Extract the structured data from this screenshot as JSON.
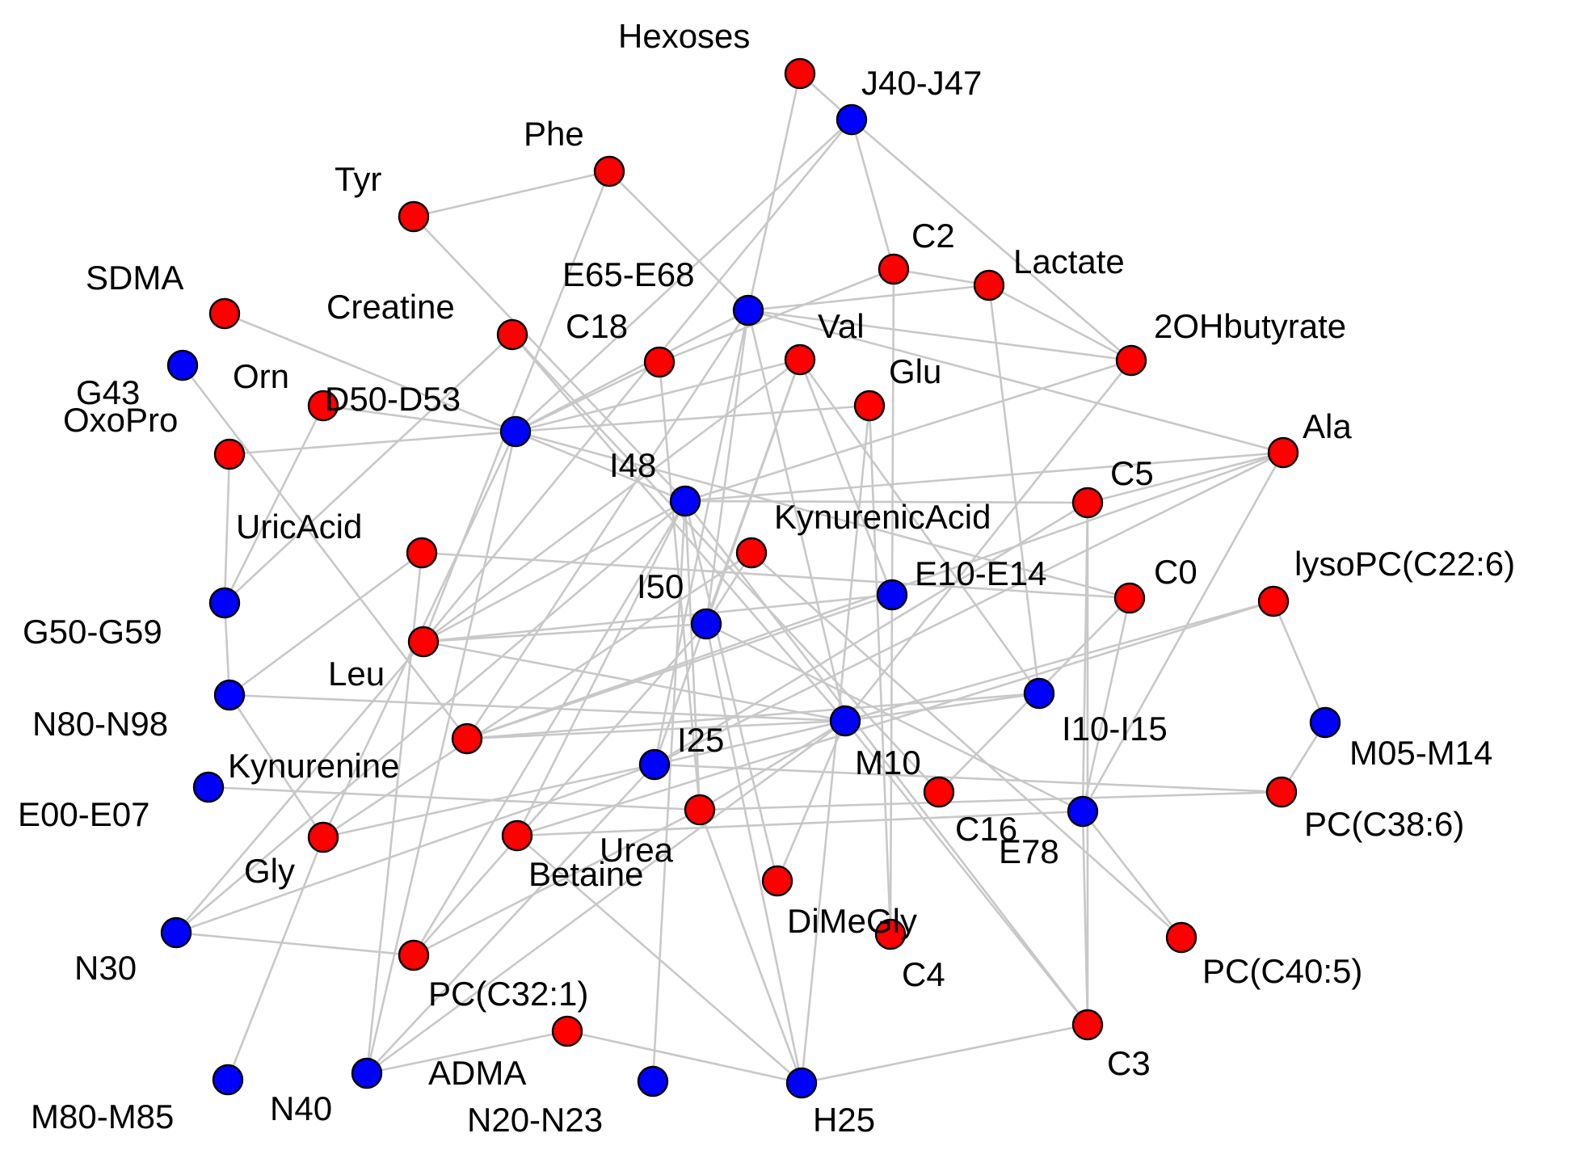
{
  "colors": {
    "metabolite": "#ff0000",
    "disease": "#0000ff",
    "edge": "#c8c8c8",
    "outline": "#000000"
  },
  "nodes": [
    {
      "id": "Hexoses",
      "label": "Hexoses",
      "type": "metabolite"
    },
    {
      "id": "J40-J47",
      "label": "J40-J47",
      "type": "disease"
    },
    {
      "id": "Phe",
      "label": "Phe",
      "type": "metabolite"
    },
    {
      "id": "Tyr",
      "label": "Tyr",
      "type": "metabolite"
    },
    {
      "id": "C2",
      "label": "C2",
      "type": "metabolite"
    },
    {
      "id": "Lactate",
      "label": "Lactate",
      "type": "metabolite"
    },
    {
      "id": "E65-E68",
      "label": "E65-E68",
      "type": "disease"
    },
    {
      "id": "SDMA",
      "label": "SDMA",
      "type": "metabolite"
    },
    {
      "id": "Creatine",
      "label": "Creatine",
      "type": "metabolite"
    },
    {
      "id": "C18",
      "label": "C18",
      "type": "metabolite"
    },
    {
      "id": "Val",
      "label": "Val",
      "type": "metabolite"
    },
    {
      "id": "2OHbutyrate",
      "label": "2OHbutyrate",
      "type": "metabolite"
    },
    {
      "id": "G43",
      "label": "G43",
      "type": "disease"
    },
    {
      "id": "Orn",
      "label": "Orn",
      "type": "metabolite"
    },
    {
      "id": "Glu",
      "label": "Glu",
      "type": "metabolite"
    },
    {
      "id": "D50-D53",
      "label": "D50-D53",
      "type": "disease"
    },
    {
      "id": "OxoPro",
      "label": "OxoPro",
      "type": "metabolite"
    },
    {
      "id": "Ala",
      "label": "Ala",
      "type": "metabolite"
    },
    {
      "id": "I48",
      "label": "I48",
      "type": "disease"
    },
    {
      "id": "C5",
      "label": "C5",
      "type": "metabolite"
    },
    {
      "id": "UricAcid",
      "label": "UricAcid",
      "type": "metabolite"
    },
    {
      "id": "KynurenicAcid",
      "label": "KynurenicAcid",
      "type": "metabolite"
    },
    {
      "id": "lysoPC(C22:6)",
      "label": "lysoPC(C22:6)",
      "type": "metabolite"
    },
    {
      "id": "C0",
      "label": "C0",
      "type": "metabolite"
    },
    {
      "id": "E10-E14",
      "label": "E10-E14",
      "type": "disease"
    },
    {
      "id": "I50",
      "label": "I50",
      "type": "disease"
    },
    {
      "id": "G50-G59",
      "label": "G50-G59",
      "type": "disease"
    },
    {
      "id": "Leu",
      "label": "Leu",
      "type": "metabolite"
    },
    {
      "id": "N80-N98",
      "label": "N80-N98",
      "type": "disease"
    },
    {
      "id": "I10-I15",
      "label": "I10-I15",
      "type": "disease"
    },
    {
      "id": "M05-M14",
      "label": "M05-M14",
      "type": "disease"
    },
    {
      "id": "M10",
      "label": "M10",
      "type": "disease"
    },
    {
      "id": "I25",
      "label": "I25",
      "type": "disease"
    },
    {
      "id": "Kynurenine",
      "label": "Kynurenine",
      "type": "metabolite"
    },
    {
      "id": "E00-E07",
      "label": "E00-E07",
      "type": "disease"
    },
    {
      "id": "C16",
      "label": "C16",
      "type": "metabolite"
    },
    {
      "id": "PC(C38:6)",
      "label": "PC(C38:6)",
      "type": "metabolite"
    },
    {
      "id": "E78",
      "label": "E78",
      "type": "disease"
    },
    {
      "id": "Urea",
      "label": "Urea",
      "type": "metabolite"
    },
    {
      "id": "Gly",
      "label": "Gly",
      "type": "metabolite"
    },
    {
      "id": "Betaine",
      "label": "Betaine",
      "type": "metabolite"
    },
    {
      "id": "DiMeGly",
      "label": "DiMeGly",
      "type": "metabolite"
    },
    {
      "id": "C4",
      "label": "C4",
      "type": "metabolite"
    },
    {
      "id": "PC(C40:5)",
      "label": "PC(C40:5)",
      "type": "metabolite"
    },
    {
      "id": "N30",
      "label": "N30",
      "type": "disease"
    },
    {
      "id": "PC(C32:1)",
      "label": "PC(C32:1)",
      "type": "metabolite"
    },
    {
      "id": "C3",
      "label": "C3",
      "type": "metabolite"
    },
    {
      "id": "ADMA",
      "label": "ADMA",
      "type": "metabolite"
    },
    {
      "id": "M80-M85",
      "label": "M80-M85",
      "type": "disease"
    },
    {
      "id": "N40",
      "label": "N40",
      "type": "disease"
    },
    {
      "id": "N20-N23",
      "label": "N20-N23",
      "type": "disease"
    },
    {
      "id": "H25",
      "label": "H25",
      "type": "disease"
    }
  ],
  "edges": [
    [
      "Hexoses",
      "J40-J47"
    ],
    [
      "Hexoses",
      "E65-E68"
    ],
    [
      "J40-J47",
      "C2"
    ],
    [
      "J40-J47",
      "2OHbutyrate"
    ],
    [
      "J40-J47",
      "Leu"
    ],
    [
      "J40-J47",
      "D50-D53"
    ],
    [
      "Phe",
      "E65-E68"
    ],
    [
      "Phe",
      "Tyr"
    ],
    [
      "Phe",
      "Leu"
    ],
    [
      "Tyr",
      "I48"
    ],
    [
      "C2",
      "Lactate"
    ],
    [
      "C2",
      "C18"
    ],
    [
      "C2",
      "E10-E14"
    ],
    [
      "Lactate",
      "2OHbutyrate"
    ],
    [
      "Lactate",
      "E65-E68"
    ],
    [
      "Lactate",
      "I10-I15"
    ],
    [
      "E65-E68",
      "2OHbutyrate"
    ],
    [
      "E65-E68",
      "Ala"
    ],
    [
      "E65-E68",
      "D50-D53"
    ],
    [
      "E65-E68",
      "Kynurenine"
    ],
    [
      "E65-E68",
      "I25"
    ],
    [
      "E65-E68",
      "M10"
    ],
    [
      "E65-E68",
      "I50"
    ],
    [
      "SDMA",
      "I48"
    ],
    [
      "Creatine",
      "M10"
    ],
    [
      "Creatine",
      "G50-G59"
    ],
    [
      "Creatine",
      "C16"
    ],
    [
      "C18",
      "D50-D53"
    ],
    [
      "C18",
      "Urea"
    ],
    [
      "Val",
      "D50-D53"
    ],
    [
      "Val",
      "E10-E14"
    ],
    [
      "Val",
      "I10-I15"
    ],
    [
      "Val",
      "Leu"
    ],
    [
      "Val",
      "I25"
    ],
    [
      "Val",
      "I50"
    ],
    [
      "2OHbutyrate",
      "M10"
    ],
    [
      "2OHbutyrate",
      "I48"
    ],
    [
      "G43",
      "Kynurenine"
    ],
    [
      "Orn",
      "G50-G59"
    ],
    [
      "Orn",
      "D50-D53"
    ],
    [
      "Glu",
      "D50-D53"
    ],
    [
      "Glu",
      "C4"
    ],
    [
      "Glu",
      "H25"
    ],
    [
      "D50-D53",
      "N40"
    ],
    [
      "D50-D53",
      "OxoPro"
    ],
    [
      "D50-D53",
      "Gly"
    ],
    [
      "D50-D53",
      "C0"
    ],
    [
      "OxoPro",
      "G50-G59"
    ],
    [
      "Ala",
      "I48"
    ],
    [
      "Ala",
      "C5"
    ],
    [
      "Ala",
      "Kynurenine"
    ],
    [
      "Ala",
      "E78"
    ],
    [
      "Ala",
      "I25"
    ],
    [
      "I48",
      "Leu"
    ],
    [
      "I48",
      "C5"
    ],
    [
      "I48",
      "N30"
    ],
    [
      "I48",
      "Urea"
    ],
    [
      "I48",
      "PC(C32:1)"
    ],
    [
      "I48",
      "C3"
    ],
    [
      "I48",
      "N20-N23"
    ],
    [
      "I48",
      "DiMeGly"
    ],
    [
      "I48",
      "Betaine"
    ],
    [
      "C5",
      "I25"
    ],
    [
      "C5",
      "E78"
    ],
    [
      "C5",
      "C3"
    ],
    [
      "UricAcid",
      "N80-N98"
    ],
    [
      "UricAcid",
      "C0"
    ],
    [
      "UricAcid",
      "N40"
    ],
    [
      "KynurenicAcid",
      "Gly"
    ],
    [
      "KynurenicAcid",
      "I50"
    ],
    [
      "KynurenicAcid",
      "PC(C40:5)"
    ],
    [
      "lysoPC(C22:6)",
      "M05-M14"
    ],
    [
      "lysoPC(C22:6)",
      "M10"
    ],
    [
      "lysoPC(C22:6)",
      "Betaine"
    ],
    [
      "C0",
      "E78"
    ],
    [
      "C0",
      "C16"
    ],
    [
      "E10-E14",
      "Kynurenine"
    ],
    [
      "E10-E14",
      "C4"
    ],
    [
      "E10-E14",
      "Leu"
    ],
    [
      "I50",
      "Leu"
    ],
    [
      "I50",
      "H25"
    ],
    [
      "I50",
      "E78"
    ],
    [
      "I50",
      "PC(C32:1)"
    ],
    [
      "G50-G59",
      "N80-N98"
    ],
    [
      "Leu",
      "M10"
    ],
    [
      "N80-N98",
      "M10"
    ],
    [
      "N80-N98",
      "Gly"
    ],
    [
      "M05-M14",
      "PC(C38:6)"
    ],
    [
      "M10",
      "Kynurenine"
    ],
    [
      "M10",
      "I25"
    ],
    [
      "M10",
      "N40"
    ],
    [
      "M10",
      "Urea"
    ],
    [
      "M10",
      "C3"
    ],
    [
      "M10",
      "I10-I15"
    ],
    [
      "M10",
      "DiMeGly"
    ],
    [
      "I25",
      "Gly"
    ],
    [
      "I25",
      "N40"
    ],
    [
      "I25",
      "PC(C38:6)"
    ],
    [
      "Kynurenine",
      "I10-I15"
    ],
    [
      "E00-E07",
      "Urea"
    ],
    [
      "PC(C38:6)",
      "Urea"
    ],
    [
      "E78",
      "Betaine"
    ],
    [
      "E78",
      "PC(C40:5)"
    ],
    [
      "E78",
      "C3"
    ],
    [
      "Urea",
      "PC(C32:1)"
    ],
    [
      "Urea",
      "H25"
    ],
    [
      "Gly",
      "M80-M85"
    ],
    [
      "Betaine",
      "H25"
    ],
    [
      "N30",
      "Leu"
    ],
    [
      "N30",
      "PC(C32:1)"
    ],
    [
      "N30",
      "I25"
    ],
    [
      "ADMA",
      "H25"
    ],
    [
      "ADMA",
      "N40"
    ],
    [
      "H25",
      "C3"
    ]
  ]
}
